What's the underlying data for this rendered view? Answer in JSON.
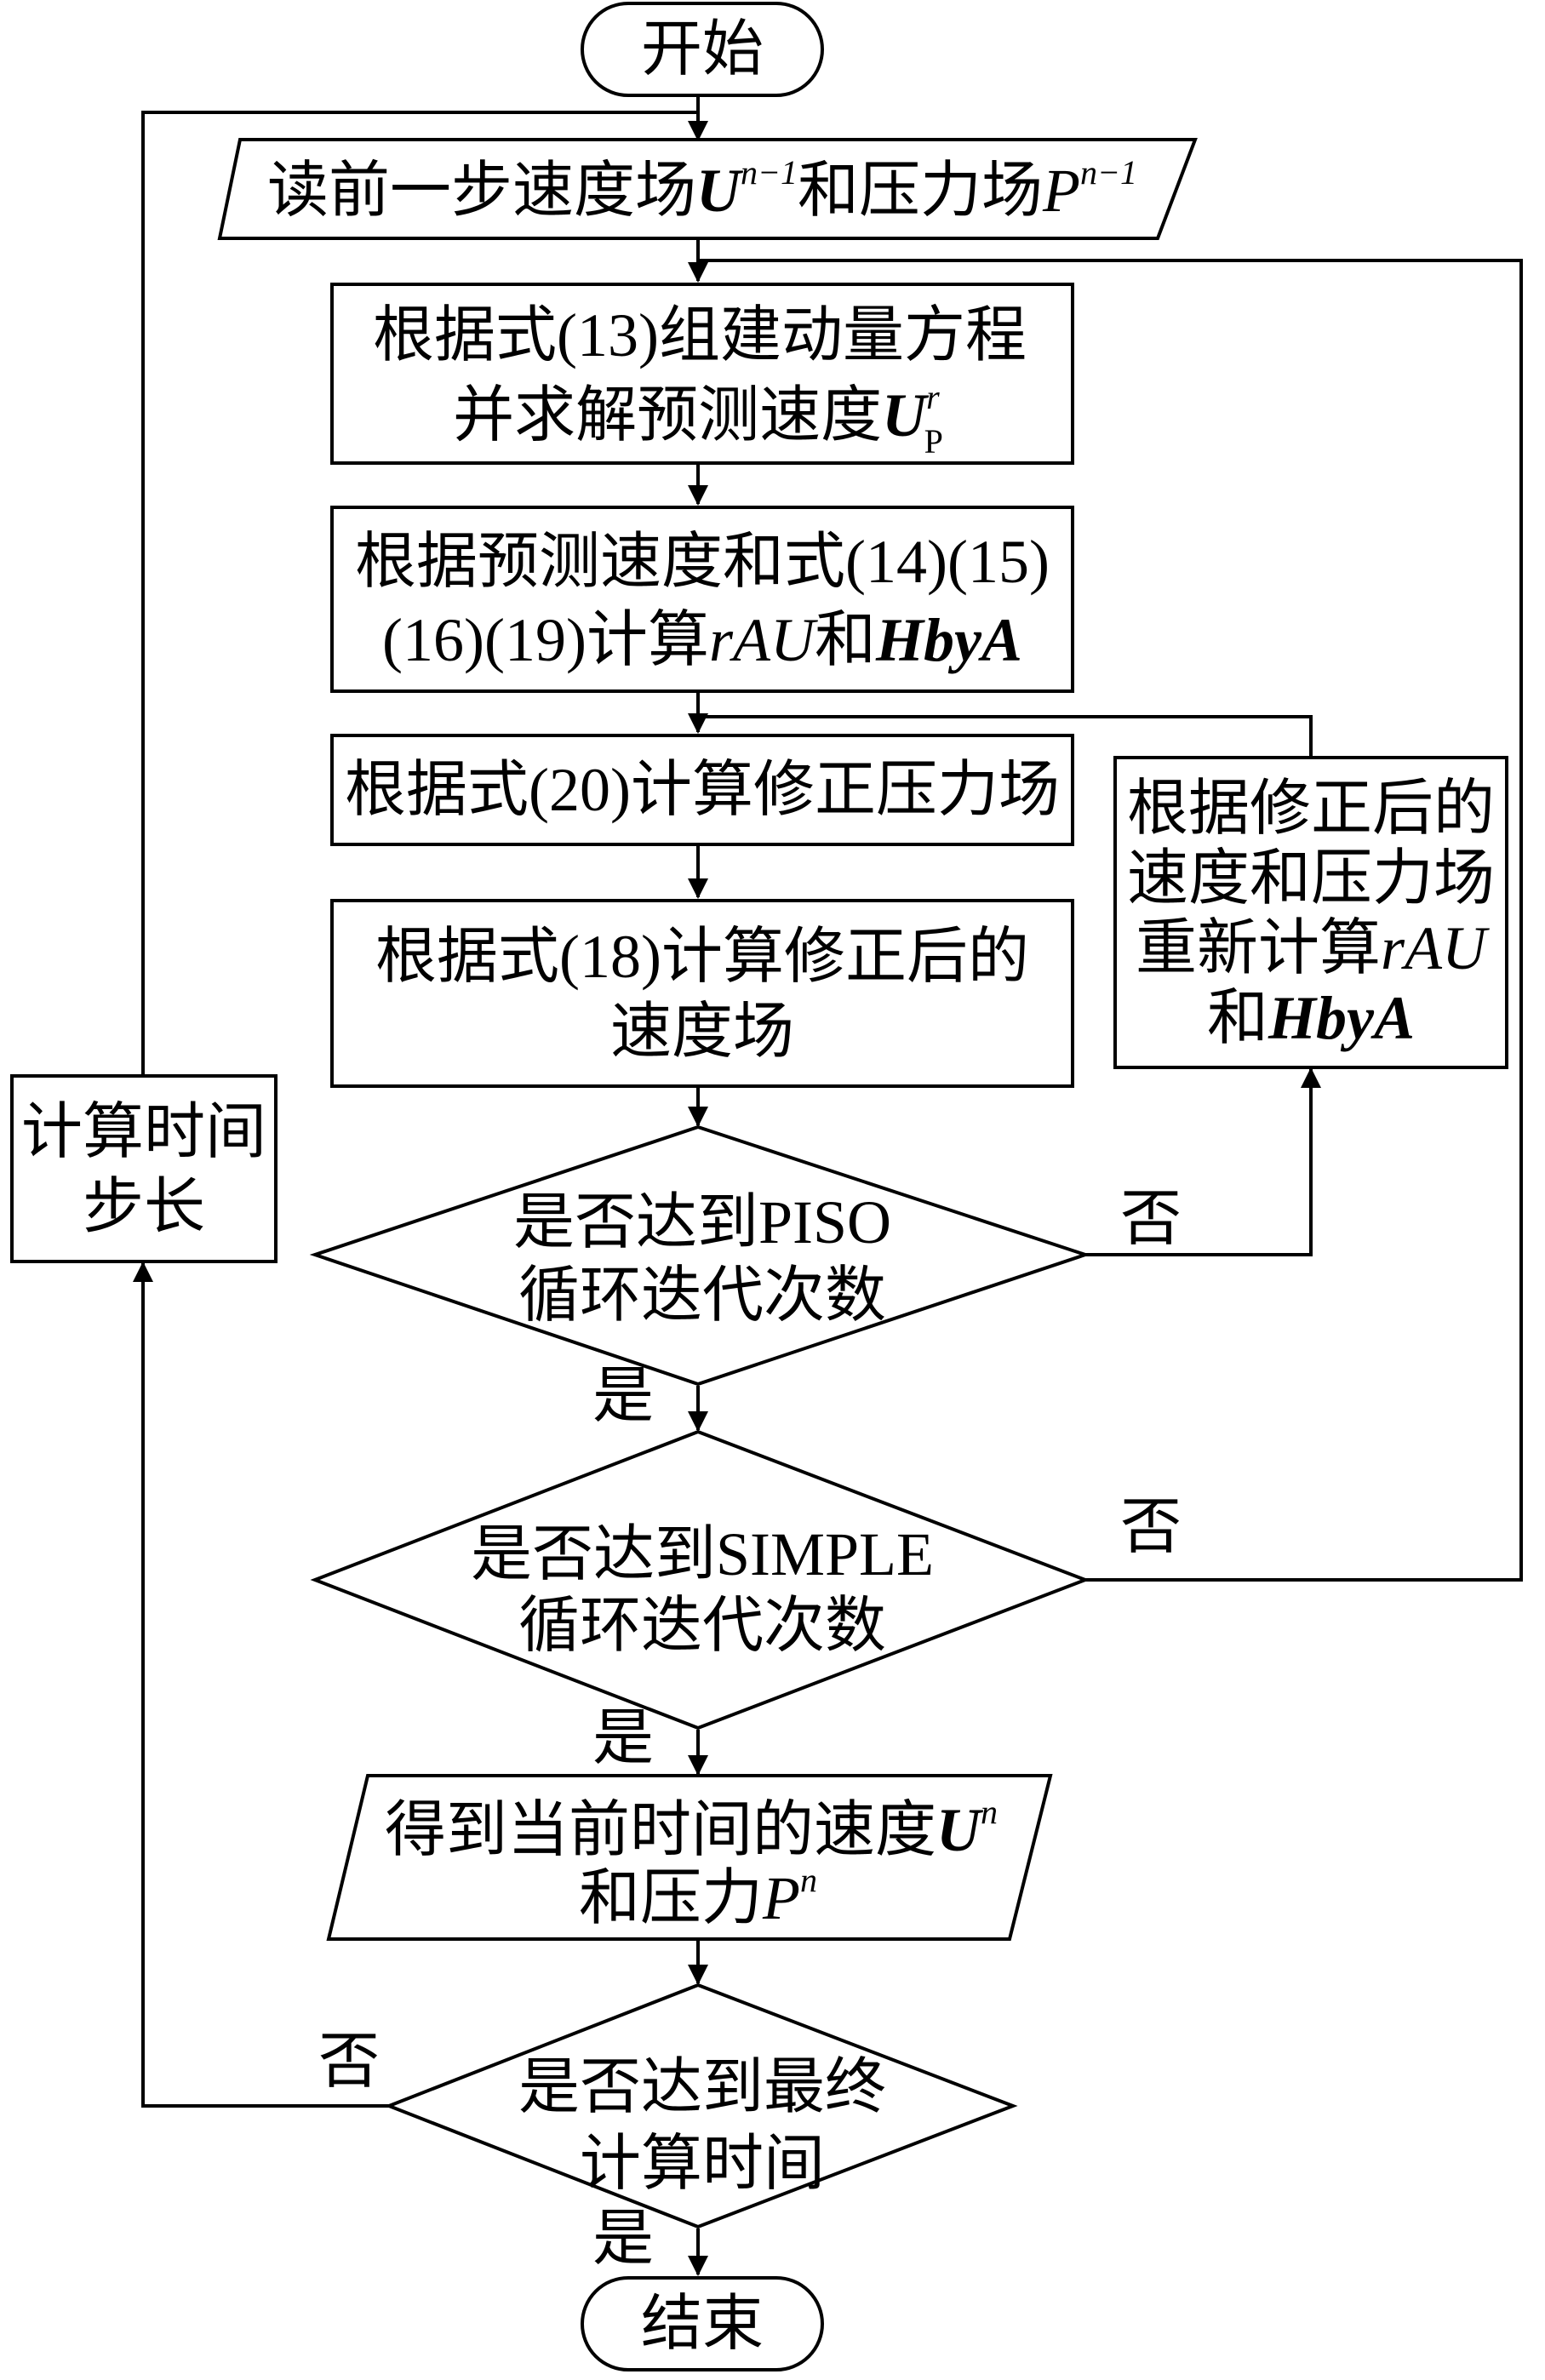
{
  "nodes": {
    "start": "开始",
    "read": {
      "text1": "读前一步速度场",
      "var_u": "U",
      "sup_u": "n−1",
      "text2": "和压力场",
      "var_p": "P",
      "sup_p": "n−1"
    },
    "momentum": {
      "line1": "根据式(13)组建动量方程",
      "line2": "并求解预测速度",
      "var": "U",
      "sup": "r",
      "sub": "P"
    },
    "calc_rau": {
      "line1": "根据预测速度和式(14)(15)",
      "line2": "(16)(19)计算",
      "var1": "rAU",
      "mid": "和",
      "var2": "HbyA"
    },
    "pressure": "根据式(20)计算修正压力场",
    "velocity": {
      "line1": "根据式(18)计算修正后的",
      "line2": "速度场"
    },
    "recalc": {
      "line1": "根据修正后的",
      "line2": "速度和压力场",
      "line3": "重新计算",
      "var1": "rAU",
      "line4": "和",
      "var2": "HbyA"
    },
    "piso": {
      "line1": "是否达到PISO",
      "line2": "循环迭代次数"
    },
    "simple": {
      "line1": "是否达到SIMPLE",
      "line2": "循环迭代次数"
    },
    "result": {
      "line1": "得到当前时间的速度",
      "var_u": "U",
      "sup_u": "n",
      "line2": "和压力",
      "var_p": "P",
      "sup_p": "n"
    },
    "final": {
      "line1": "是否达到最终",
      "line2": "计算时间"
    },
    "timestep": {
      "line1": "计算时间",
      "line2": "步长"
    },
    "end": "结束"
  },
  "edges": {
    "yes": "是",
    "no": "否"
  }
}
